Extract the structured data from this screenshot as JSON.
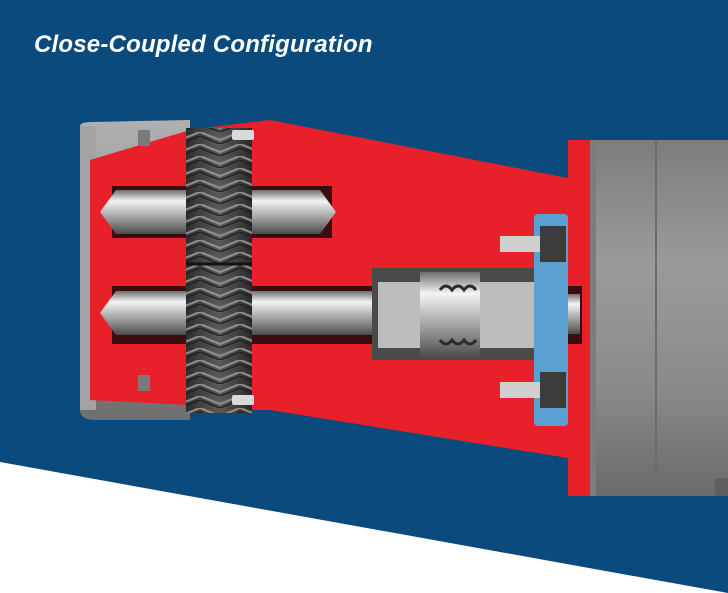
{
  "title": "Close-Coupled Configuration",
  "colors": {
    "panel_blue": "#0a4a7c",
    "housing_red": "#e8202a",
    "motor_gray": "#8a8a8c",
    "end_cap_gray": "#9b9b9b",
    "steel": "#d9d9d9",
    "seal_blue": "#5aa0d0"
  },
  "illustration": {
    "subject": "gear pump cutaway",
    "parts": [
      "end-cover",
      "pump-housing",
      "upper-gear-shaft",
      "lower-drive-shaft",
      "herringbone-gears",
      "mechanical-seal",
      "motor-adapter-flange",
      "electric-motor"
    ]
  }
}
